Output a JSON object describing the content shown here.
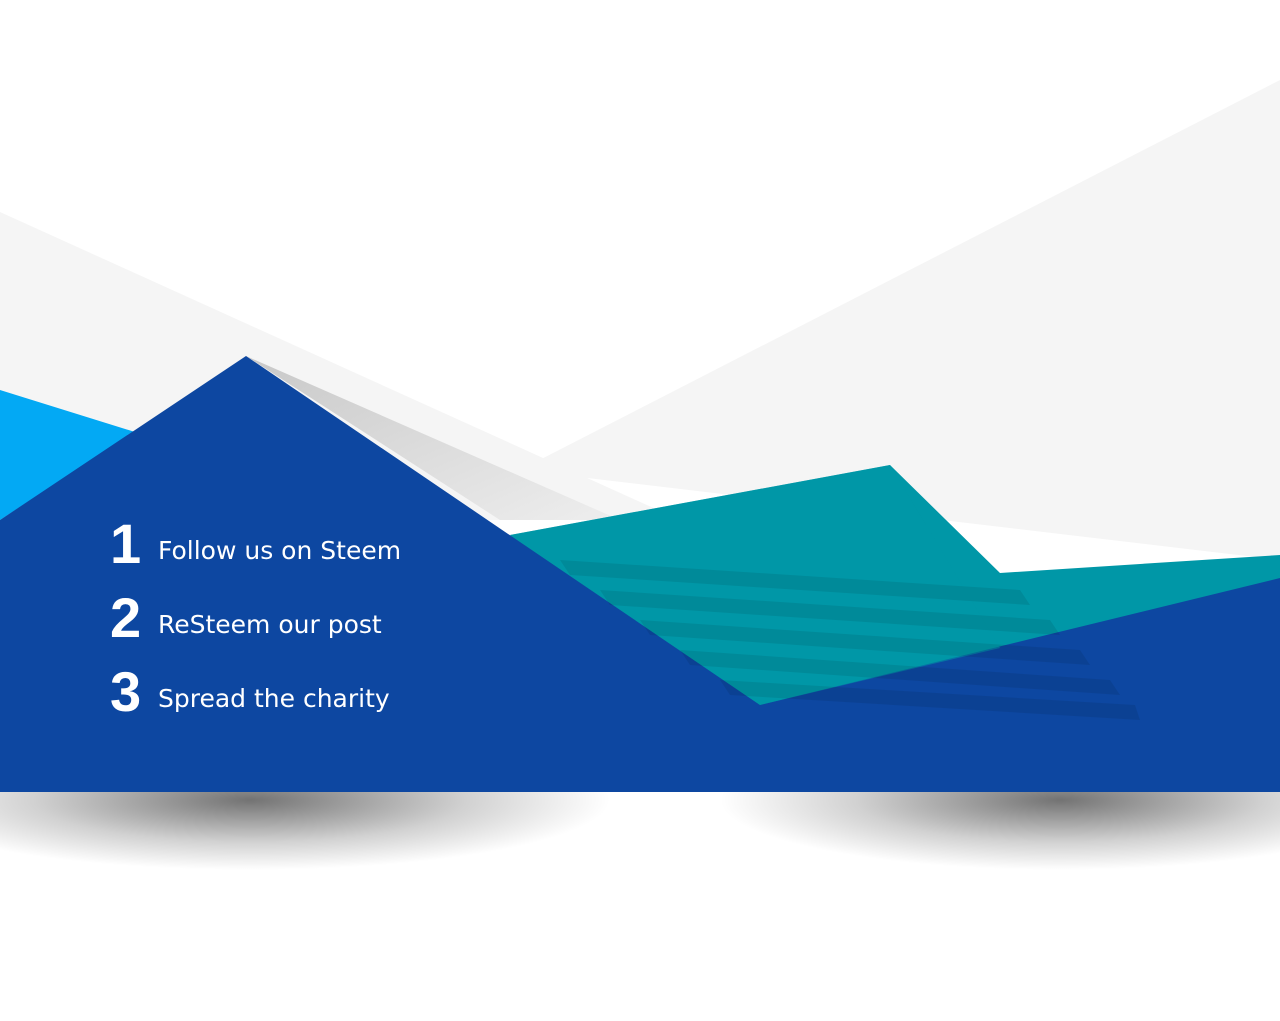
{
  "colors": {
    "background": "#ffffff",
    "light_gray": "#f5f5f5",
    "sky_blue": "#03a9f4",
    "navy_blue": "#0d47a1",
    "teal": "#0097a7",
    "text": "#ffffff"
  },
  "steps": [
    {
      "number": "1",
      "label": "Follow us on Steem"
    },
    {
      "number": "2",
      "label": "ReSteem our post"
    },
    {
      "number": "3",
      "label": "Spread the charity"
    }
  ]
}
